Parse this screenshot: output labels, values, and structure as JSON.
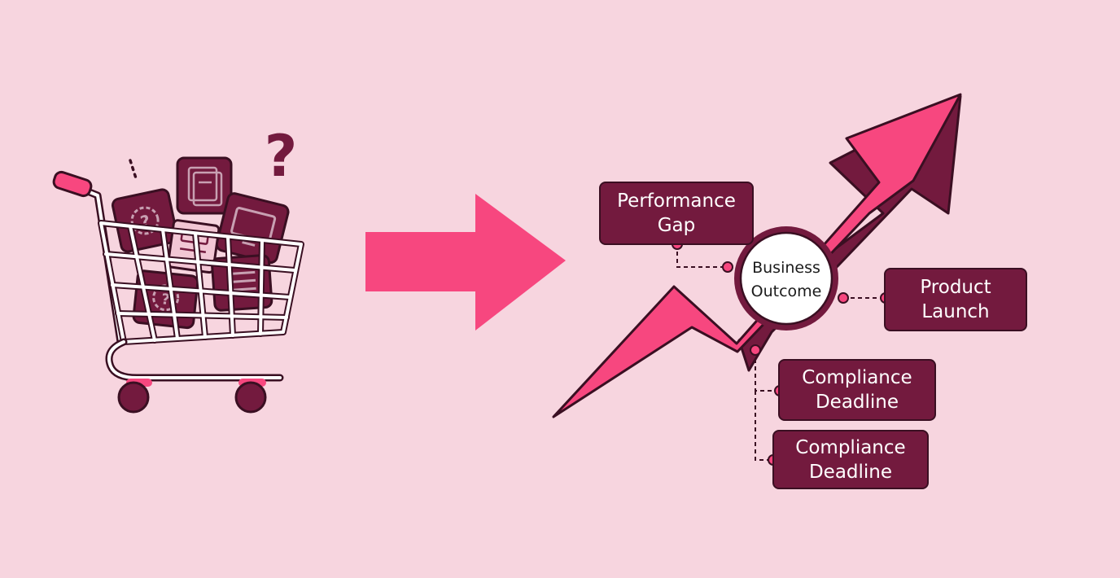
{
  "colors": {
    "background": "#f7d5df",
    "accent_pink": "#f7477f",
    "dark_maroon": "#731a3e",
    "outline": "#3a0f22",
    "hub_fill": "#ffffff"
  },
  "left": {
    "question_mark": "?",
    "cart_items": [
      "document-icon",
      "gear-question-icon",
      "monitor-icon",
      "note-icon",
      "list-icon",
      "gear-question-icon"
    ]
  },
  "hub": {
    "line1": "Business",
    "line2": "Outcome"
  },
  "labels": [
    {
      "id": "performance-gap",
      "line1": "Performance",
      "line2": "Gap"
    },
    {
      "id": "product-launch",
      "line1": "Product",
      "line2": "Launch"
    },
    {
      "id": "compliance-deadline-1",
      "line1": "Compliance",
      "line2": "Deadline"
    },
    {
      "id": "compliance-deadline-2",
      "line1": "Compliance",
      "line2": "Deadline"
    }
  ]
}
